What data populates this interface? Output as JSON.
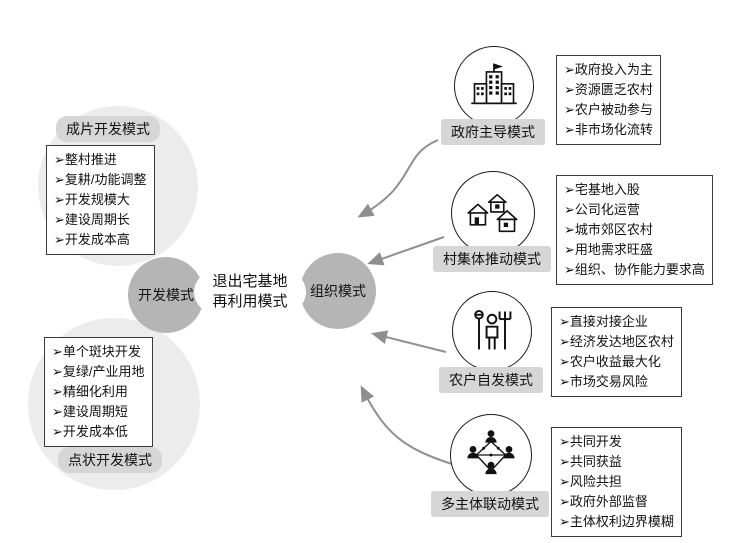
{
  "diagram_title": {
    "line1": "退出宅基地",
    "line2": "再利用模式"
  },
  "nodes": {
    "left": "开发模式",
    "right": "组织模式"
  },
  "left_modes": [
    {
      "label": "成片开发模式",
      "items": [
        "➢整村推进",
        "➢复耕/功能调整",
        "➢开发规模大",
        "➢建设周期长",
        "➢开发成本高"
      ]
    },
    {
      "label": "点状开发模式",
      "items": [
        "➢单个斑块开发",
        "➢复绿/产业用地",
        "➢精细化利用",
        "➢建设周期短",
        "➢开发成本低"
      ]
    }
  ],
  "right_modes": [
    {
      "label": "政府主导模式",
      "icon": "government-building-icon",
      "items": [
        "➢政府投入为主",
        "➢资源匮乏农村",
        "➢农户被动参与",
        "➢非市场化流转"
      ]
    },
    {
      "label": "村集体推动模式",
      "icon": "village-houses-icon",
      "items": [
        "➢宅基地入股",
        "➢公司化运营",
        "➢城市郊区农村",
        "➢用地需求旺盛",
        "➢组织、协作能力要求高"
      ]
    },
    {
      "label": "农户自发模式",
      "icon": "farmer-icon",
      "items": [
        "➢直接对接企业",
        "➢经济发达地区农村",
        "➢农户收益最大化",
        "➢市场交易风险"
      ]
    },
    {
      "label": "多主体联动模式",
      "icon": "multi-agent-network-icon",
      "items": [
        "➢共同开发",
        "➢共同获益",
        "➢风险共担",
        "➢政府外部监督",
        "➢主体权利边界模糊"
      ]
    }
  ],
  "colors": {
    "node_fill": "#b5b5b5",
    "big_circle_fill": "#ececec",
    "label_fill": "#d6d6d6",
    "arrow": "#8f8f8f",
    "box_border": "#3a3a3a"
  }
}
